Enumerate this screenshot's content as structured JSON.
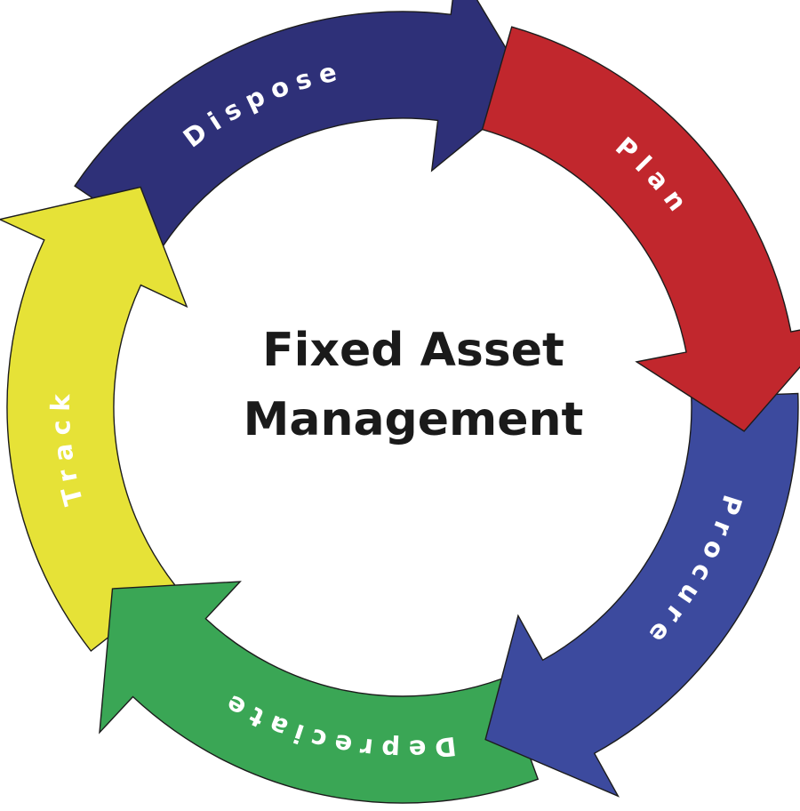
{
  "title": {
    "line1": "Fixed Asset",
    "line2": "Management"
  },
  "stages": [
    {
      "name": "Plan",
      "color": "#c1272d"
    },
    {
      "name": "Procure",
      "color": "#3c4a9e"
    },
    {
      "name": "Depreciate",
      "color": "#3aa655"
    },
    {
      "name": "Track",
      "color": "#e6e237"
    },
    {
      "name": "Dispose",
      "color": "#2e3078"
    }
  ],
  "flow": "clockwise"
}
